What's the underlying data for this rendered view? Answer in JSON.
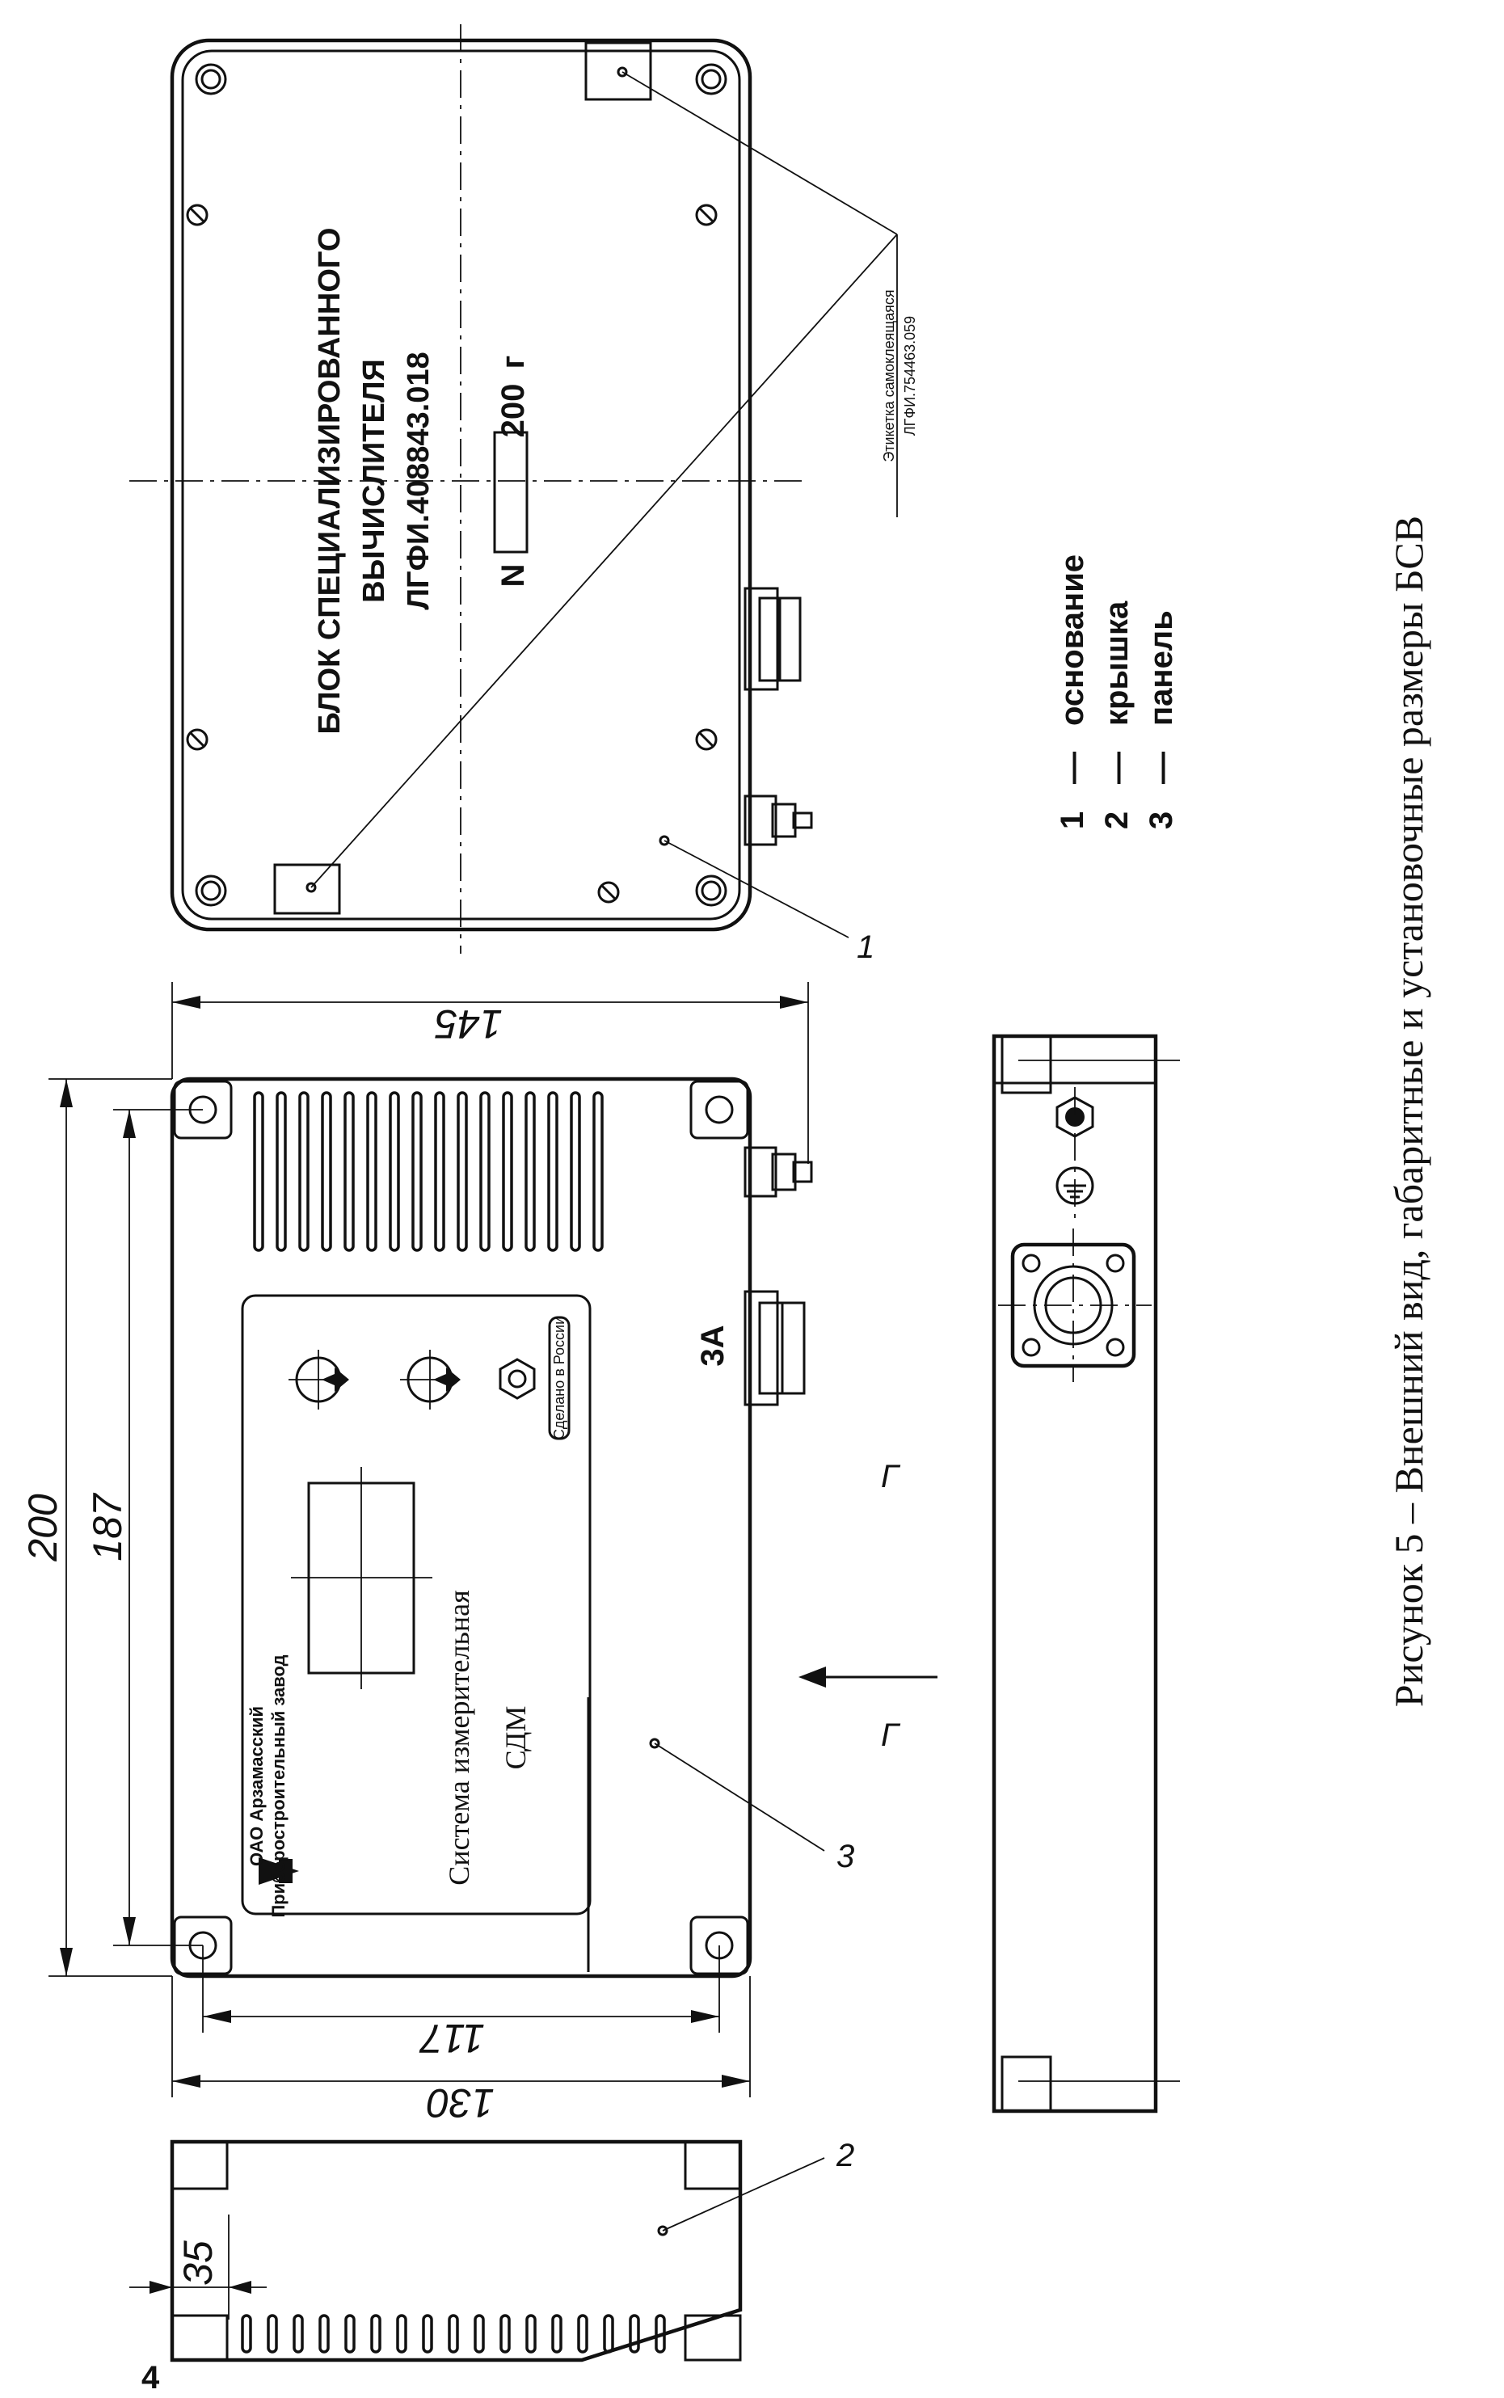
{
  "caption": "Рисунок 5 – Внешний вид, габаритные и установочные размеры БСВ",
  "legend": [
    {
      "num": "1",
      "dash": "—",
      "text": "основание"
    },
    {
      "num": "2",
      "dash": "—",
      "text": "крышка"
    },
    {
      "num": "3",
      "dash": "—",
      "text": "панель"
    }
  ],
  "dimensions": {
    "d200": "200",
    "d187": "187",
    "d145": "145",
    "d130": "130",
    "d117": "117",
    "d35": "35"
  },
  "leaders": {
    "base": "1",
    "cover": "2",
    "panel": "3"
  },
  "label_plate": {
    "line1": "БЛОК СПЕЦИАЛИЗИРОВАННОГО",
    "line2": "ВЫЧИСЛИТЕЛЯ",
    "line3": "ЛГФИ.408843.018",
    "serial_prefix": "N",
    "year_text": "200",
    "year_suffix": "г"
  },
  "sticker": {
    "name": "Этикетка самоклеящаяся",
    "code": "ЛГФИ.754463.059"
  },
  "front_panel": {
    "company_line1": "ОАО Арзамасский",
    "company_line2": "Приборостроительный завод",
    "system_line1": "Система измерительная",
    "system_line2": "СДМ",
    "fuse_label": "3А",
    "stamp": "Сделано в России"
  },
  "view_marks": {
    "arrow_label": "Г",
    "view_label": "Г"
  },
  "extra_mark": "4"
}
